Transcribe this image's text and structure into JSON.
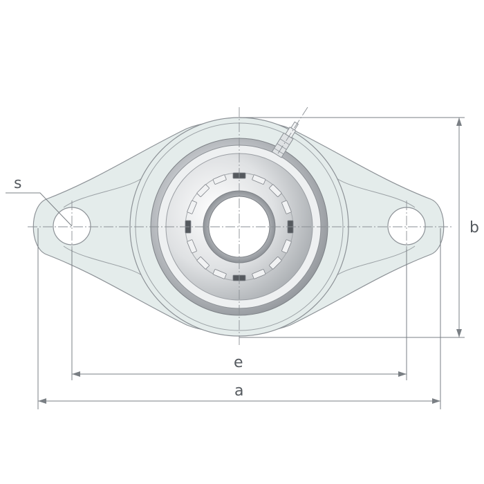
{
  "labels": {
    "s": "s",
    "b": "b",
    "e": "e",
    "a": "a"
  },
  "colors": {
    "housing_fill": "#e4eceb",
    "outline": "#8c9196",
    "dimension_line": "#7a7f84",
    "label_text": "#555a5f",
    "bearing_dark": "#9da1a5",
    "bearing_light": "#f3f4f5"
  },
  "parts": {
    "roller_count": 16,
    "icon": "grease-nipple-icon"
  }
}
